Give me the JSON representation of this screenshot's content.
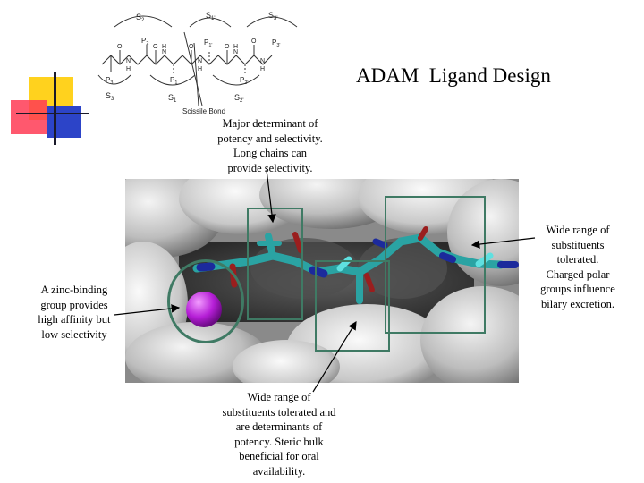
{
  "title": "ADAM  Ligand Design",
  "scheme": {
    "subsites_top": [
      "S",
      "S",
      "S"
    ],
    "subsites_top_sub": [
      "2",
      "1'",
      "3'"
    ],
    "subsites_bottom": [
      "S",
      "S",
      "S"
    ],
    "subsites_bottom_sub": [
      "3",
      "1",
      "2'"
    ],
    "residues_top": [
      "P",
      "P"
    ],
    "residues_top_sub": [
      "2",
      "1'"
    ],
    "residues_top_p3": "P",
    "residues_top_p3_sub": "3'",
    "residues_bottom": [
      "P",
      "P",
      "P"
    ],
    "residues_bottom_sub": [
      "3",
      "1",
      "2'"
    ],
    "atom_O": "O",
    "atom_N": "N",
    "atom_H": "H",
    "scissile_label": "Scissile Bond"
  },
  "annotations": {
    "top": [
      "Major determinant of",
      "potency and selectivity.",
      "Long chains can",
      "provide selectivity."
    ],
    "left": [
      "A zinc-binding",
      "group provides",
      "high affinity but",
      "low selectivity"
    ],
    "right": [
      "Wide range of",
      "substituents",
      "tolerated.",
      "Charged polar",
      "groups influence",
      "bilary excretion."
    ],
    "bottom": [
      "Wide range of",
      "substituents tolerated and",
      "are determinants of",
      "potency. Steric bulk",
      "beneficial for oral",
      "availability."
    ]
  },
  "colors": {
    "highlight_box": "#3f7a64",
    "molecule_teal": "#2aa3a3",
    "molecule_blue": "#1c2a9c",
    "molecule_red": "#9a1e1e",
    "zinc_purple": "#b51ed6",
    "deco_yellow": "#ffd21e",
    "deco_red": "#ff3b55",
    "deco_blue": "#2c44c8"
  }
}
